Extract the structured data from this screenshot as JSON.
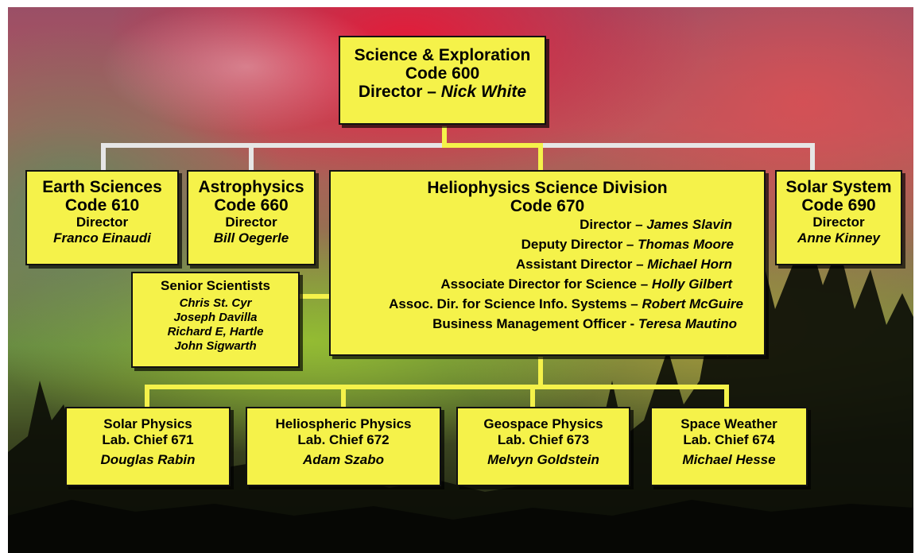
{
  "top": {
    "name": "Science & Exploration",
    "code": "Code 600",
    "role": "Director – ",
    "person": "Nick White"
  },
  "divisions": {
    "earth": {
      "name": "Earth Sciences",
      "code": "Code 610",
      "role": "Director",
      "person": "Franco Einaudi"
    },
    "astro": {
      "name": "Astrophysics",
      "code": "Code 660",
      "role": "Director",
      "person": "Bill Oegerle"
    },
    "solar_system": {
      "name": "Solar System",
      "code": "Code 690",
      "role": "Director",
      "person": "Anne Kinney"
    }
  },
  "helio": {
    "name": "Heliophysics Science Division",
    "code": "Code 670",
    "staff": [
      {
        "role": "Director – ",
        "person": "James Slavin"
      },
      {
        "role": "Deputy Director – ",
        "person": "Thomas Moore"
      },
      {
        "role": "Assistant Director – ",
        "person": "Michael Horn"
      },
      {
        "role": "Associate Director for Science – ",
        "person": "Holly Gilbert"
      },
      {
        "role": "Assoc. Dir. for Science Info. Systems – ",
        "person": "Robert McGuire"
      },
      {
        "role": "Business Management Officer - ",
        "person": "Teresa Mautino"
      }
    ]
  },
  "senior": {
    "title": "Senior Scientists",
    "members": [
      "Chris St. Cyr",
      "Joseph Davilla",
      "Richard E, Hartle",
      "John Sigwarth"
    ]
  },
  "labs": [
    {
      "name": "Solar Physics",
      "chief": "Lab. Chief 671",
      "person": "Douglas Rabin"
    },
    {
      "name": "Heliospheric Physics",
      "chief": "Lab. Chief 672",
      "person": "Adam Szabo"
    },
    {
      "name": "Geospace Physics",
      "chief": "Lab. Chief 673",
      "person": "Melvyn Goldstein"
    },
    {
      "name": "Space Weather",
      "chief": "Lab. Chief 674",
      "person": "Michael Hesse"
    }
  ],
  "colors": {
    "box": "#f5f24a",
    "connector_top": "#e6e6e6",
    "connector_helio": "#f5f24a"
  }
}
